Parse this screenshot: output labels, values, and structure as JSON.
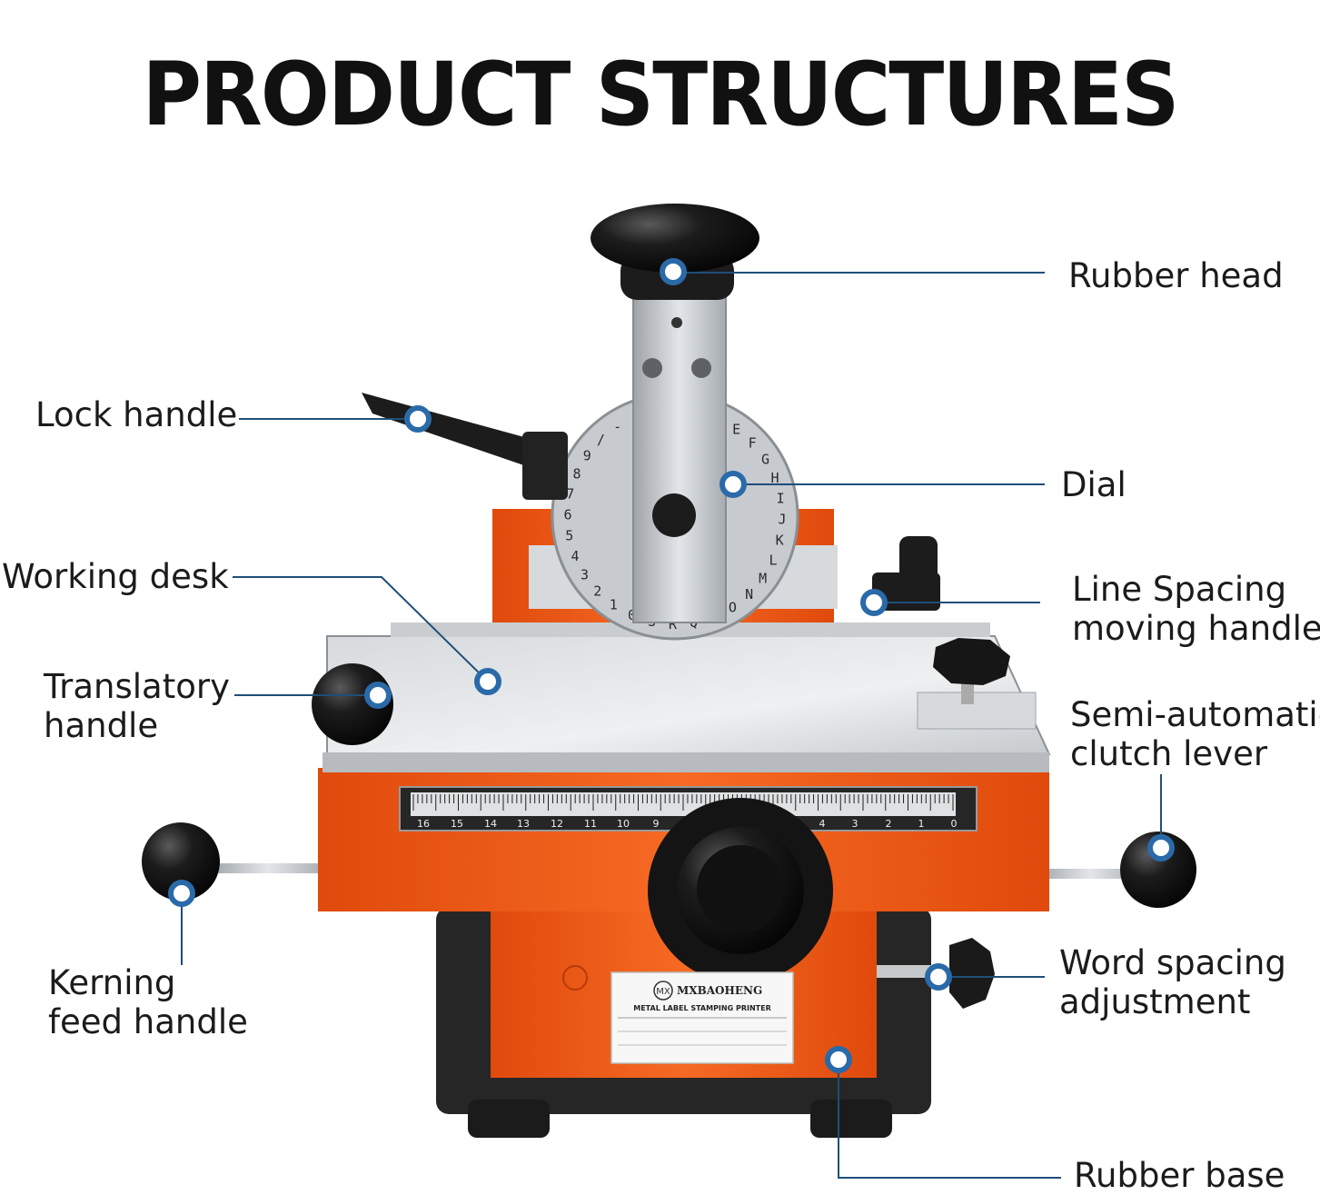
{
  "title": "PRODUCT STRUCTURES",
  "labels": {
    "rubber_head": "Rubber head",
    "lock_handle": "Lock handle",
    "dial": "Dial",
    "working_desk": "Working desk",
    "line_spacing": [
      "Line Spacing",
      "moving handle"
    ],
    "translatory": [
      "Translatory",
      "handle"
    ],
    "semi_auto": [
      "Semi-automatic",
      "clutch lever"
    ],
    "kerning": [
      "Kerning",
      "feed handle"
    ],
    "word_spacing": [
      "Word spacing",
      "adjustment"
    ],
    "rubber_base": "Rubber base"
  },
  "nameplate": {
    "brand": "MXBAOHENG",
    "logo": "MX",
    "product": "METAL LABEL STAMPING PRINTER"
  },
  "ruler_numbers": [
    "16",
    "15",
    "14",
    "13",
    "12",
    "11",
    "10",
    "9",
    "4",
    "3",
    "2",
    "1",
    "0"
  ],
  "dial_characters": "ABCDEFGHIJKLMNOPQRS0123456789/-x",
  "colors": {
    "body_orange": "#f25a16",
    "leader_line": "#1f4e79",
    "marker": "#2a6aa8"
  }
}
